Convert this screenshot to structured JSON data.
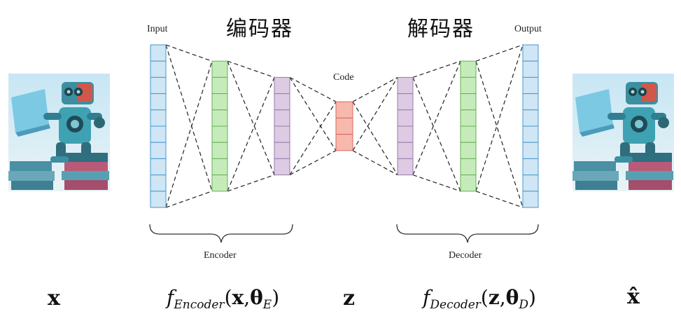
{
  "labels": {
    "input": "Input",
    "output": "Output",
    "code": "Code",
    "encoder": "Encoder",
    "decoder": "Decoder",
    "encoder_cn": "编码器",
    "decoder_cn": "解码器"
  },
  "formula": {
    "x": "x",
    "z": "z",
    "xhat": "x̂",
    "f_encoder": {
      "f": "f",
      "sub": "Encoder",
      "open": "(",
      "arg1": "x",
      "comma": ",",
      "theta": "θ",
      "theta_sub": "E",
      "close": ")"
    },
    "f_decoder": {
      "f": "f",
      "sub": "Decoder",
      "open": "(",
      "arg1": "z",
      "comma": ",",
      "theta": "θ",
      "theta_sub": "D",
      "close": ")"
    }
  },
  "images": {
    "input_image": "robot-reading-book",
    "output_image": "robot-reading-book-reconstructed"
  },
  "colors": {
    "input_layer": "#cfe6f6",
    "input_border": "#4a97c9",
    "hidden1": "#c6ebbb",
    "hidden1_border": "#63b24f",
    "hidden2": "#dccbe3",
    "hidden2_border": "#9a7aa8",
    "code": "#f7b8ae",
    "code_border": "#d8675a"
  },
  "layers": [
    {
      "id": "input",
      "cells": 10,
      "color_key": "input"
    },
    {
      "id": "enc-hidden-1",
      "cells": 8,
      "color_key": "hidden1"
    },
    {
      "id": "enc-hidden-2",
      "cells": 6,
      "color_key": "hidden2"
    },
    {
      "id": "code",
      "cells": 3,
      "color_key": "code"
    },
    {
      "id": "dec-hidden-2",
      "cells": 6,
      "color_key": "hidden2"
    },
    {
      "id": "dec-hidden-1",
      "cells": 8,
      "color_key": "hidden1"
    },
    {
      "id": "output",
      "cells": 10,
      "color_key": "input"
    }
  ]
}
